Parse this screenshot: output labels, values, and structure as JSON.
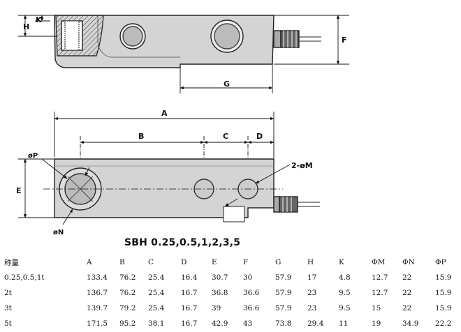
{
  "drawing": {
    "labels": {
      "H": "H",
      "K": "K",
      "F": "F",
      "G": "G",
      "A": "A",
      "B": "B",
      "C": "C",
      "D": "D",
      "E": "E",
      "P": "øP",
      "N": "øN",
      "M": "2-øM"
    },
    "model": "SBH 0.25,0.5,1,2,3,5"
  },
  "table": {
    "headers": [
      "称量",
      "A",
      "B",
      "C",
      "D",
      "E",
      "F",
      "G",
      "H",
      "K",
      "ΦM",
      "ΦN",
      "ΦP"
    ],
    "rows": [
      [
        "0.25,0.5,1t",
        "133.4",
        "76.2",
        "25.4",
        "16.4",
        "30.7",
        "30",
        "57.9",
        "17",
        "4.8",
        "12.7",
        "22",
        "15.9"
      ],
      [
        "2t",
        "136.7",
        "76.2",
        "25.4",
        "16.7",
        "36.8",
        "36.6",
        "57.9",
        "23",
        "9.5",
        "12.7",
        "22",
        "15.9"
      ],
      [
        "3t",
        "139.7",
        "79.2",
        "25.4",
        "16.7",
        "39",
        "36.6",
        "57.9",
        "23",
        "9.5",
        "15",
        "22",
        "15.9"
      ],
      [
        "5t",
        "171.5",
        "95.2",
        "38.1",
        "16.7",
        "42.9",
        "43",
        "73.8",
        "29.4",
        "11",
        "19",
        "34.9",
        "22.2"
      ]
    ]
  }
}
